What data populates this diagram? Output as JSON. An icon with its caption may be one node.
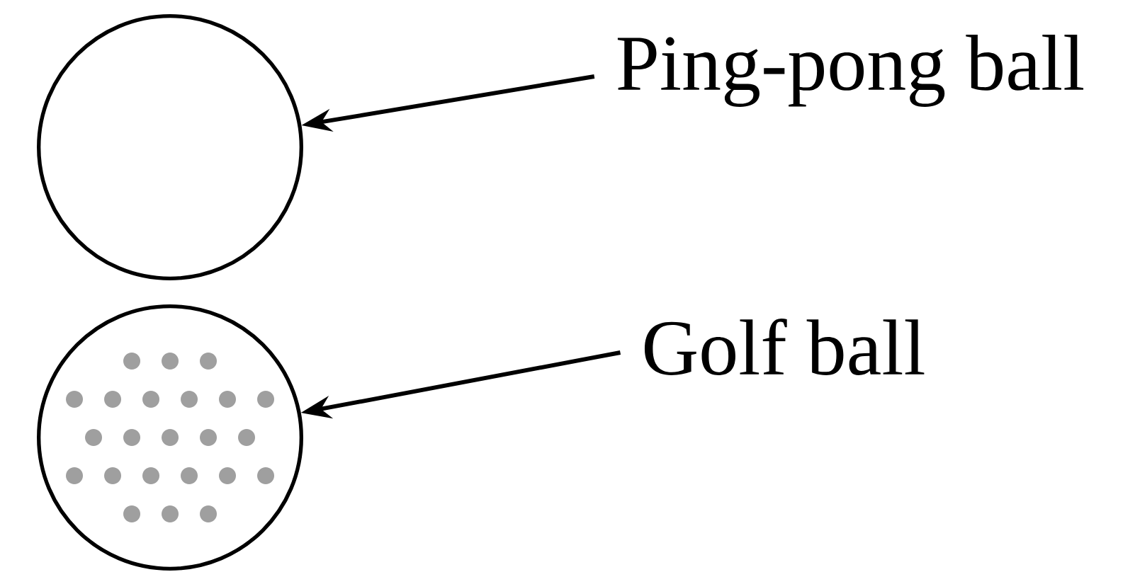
{
  "diagram": {
    "nodes": [
      {
        "text": [],
        "shape": "circle"
      },
      {
        "text": [
          "Ping-pong ball"
        ]
      },
      {
        "text": [],
        "shape": "circle"
      },
      {
        "text": [
          "Golf ball"
        ]
      }
    ],
    "edges": [
      {
        "from": 1,
        "to": 0,
        "arrow": "to"
      },
      {
        "from": 3,
        "to": 2,
        "arrow": "to"
      }
    ]
  }
}
